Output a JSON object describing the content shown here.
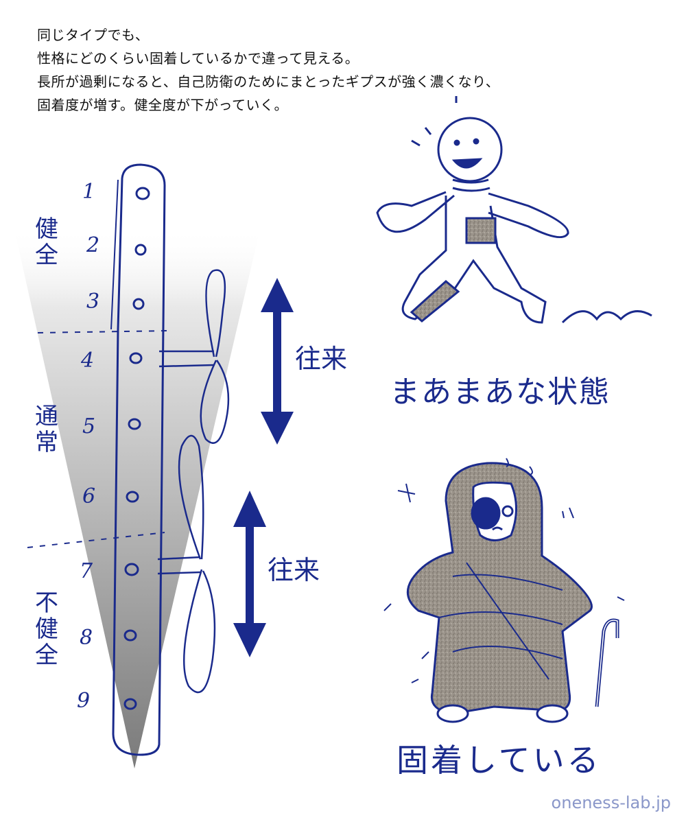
{
  "intro": [
    "同じタイプでも、",
    "性格にどのくらい固着しているかで違って見える。",
    "長所が過剰になると、自己防衛のためにまとったギプスが強く濃くなり、",
    "固着度が増す。健全度が下がっていく。"
  ],
  "zones": {
    "healthy": [
      "健",
      "全"
    ],
    "normal": [
      "通",
      "常"
    ],
    "unhealthy": [
      "不",
      "健",
      "全"
    ]
  },
  "levels": [
    "1",
    "2",
    "3",
    "4",
    "5",
    "6",
    "7",
    "8",
    "9"
  ],
  "arrow_labels": {
    "upper": "往来",
    "lower": "往来"
  },
  "captions": {
    "ok_state": "まあまあな状態",
    "fixated": "固着している"
  },
  "site": "oneness-lab.jp",
  "colors": {
    "ink": "#1a2a8c",
    "cast": "#9a9288",
    "gradient_top": "#ffffff",
    "gradient_bottom": "#888888"
  }
}
